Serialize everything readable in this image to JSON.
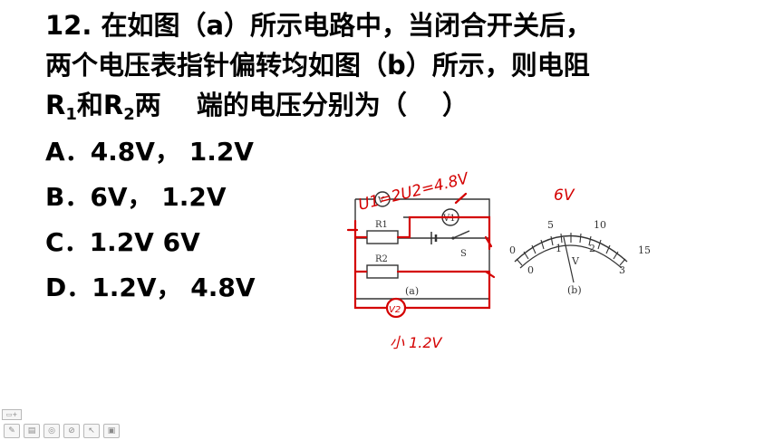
{
  "question": {
    "line1": "12. 在如图（a）所示电路中，当闭合开关后，",
    "line2": "两个电压表指针偏转均如图（b）所示，则电阻",
    "line3_r1": "R",
    "line3_r1_sub": "1",
    "line3_and": "和R",
    "line3_r2_sub": "2",
    "line3_rest": "两　 端的电压分别为（　 ）"
  },
  "options": [
    {
      "letter": "A",
      "text": "4.8V， 1.2V"
    },
    {
      "letter": "B",
      "text": "6V， 1.2V"
    },
    {
      "letter": "C",
      "text": "1.2V 6V"
    },
    {
      "letter": "D",
      "text": "1.2V， 4.8V"
    }
  ],
  "circuit_figure": {
    "caption": "(a)",
    "resistor1": "R1",
    "resistor2": "R2",
    "voltmeter1": "V1",
    "switch": "S",
    "v_top": "V"
  },
  "meter_figure": {
    "caption": "(b)",
    "scale_top": [
      "0",
      "5",
      "10",
      "15"
    ],
    "scale_bottom": [
      "0",
      "1",
      "2",
      "3"
    ],
    "needle_label": "V"
  },
  "annotations": {
    "u_equation": "U1=2U2=4.8V",
    "meter_label": "6V",
    "small_label": "小 1.2V",
    "v2_label": "V2",
    "color": "#d40000"
  }
}
